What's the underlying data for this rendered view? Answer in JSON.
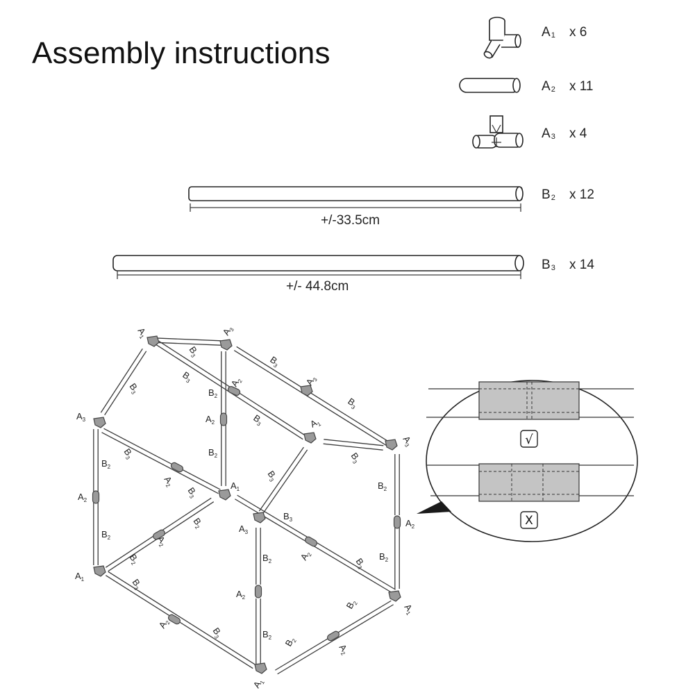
{
  "title": "Assembly instructions",
  "parts": [
    {
      "code": "A",
      "sub": "1",
      "qty": "x 6"
    },
    {
      "code": "A",
      "sub": "2",
      "qty": "x 11"
    },
    {
      "code": "A",
      "sub": "3",
      "qty": "x 4"
    },
    {
      "code": "B",
      "sub": "2",
      "qty": "x 12"
    },
    {
      "code": "B",
      "sub": "3",
      "qty": "x 14"
    }
  ],
  "dimensions": {
    "b2": "+/-33.5cm",
    "b3": "+/- 44.8cm"
  },
  "inset": {
    "correct_mark": "√",
    "wrong_mark": "X"
  },
  "diagram_labels": {
    "a1": "A1",
    "a2": "A2",
    "a3": "A3",
    "b2": "B2",
    "b3": "B3"
  }
}
